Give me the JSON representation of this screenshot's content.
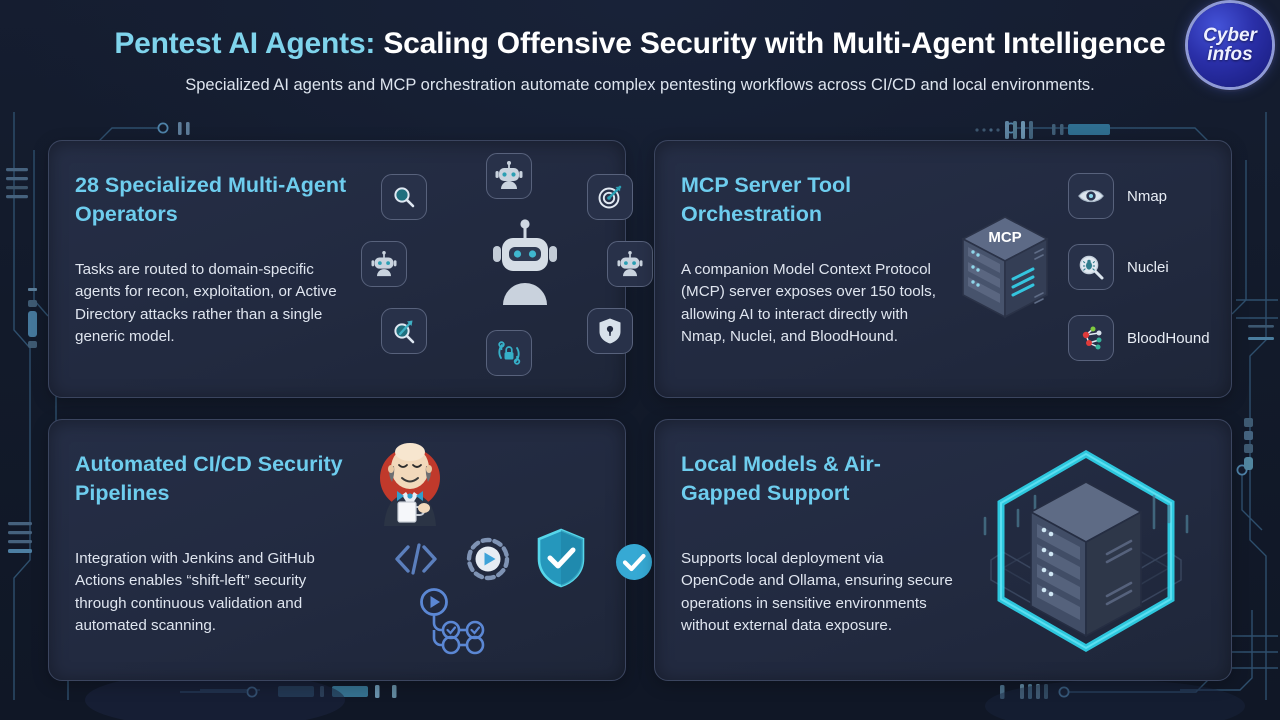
{
  "header": {
    "title_accent": "Pentest AI Agents:",
    "title_rest": " Scaling Offensive Security with Multi-Agent Intelligence",
    "subtitle": "Specialized AI agents and MCP orchestration automate complex pentesting workflows across CI/CD and local environments.",
    "logo_line1": "Cyber",
    "logo_line2": "infos"
  },
  "colors": {
    "background": "#131a2b",
    "card_bg": "#252e46",
    "card_border": "#3b455f",
    "accent_cyan": "#6ecdee",
    "title_accent": "#7fd4ec",
    "body_text": "#dfe5ef",
    "trace": "#2b5a7a"
  },
  "cards": [
    {
      "id": "specialized-agents",
      "heading": "28 Specialized Multi-Agent Operators",
      "body": "Tasks are routed to domain-specific agents for recon, exploitation, or Active Directory attacks rather than a single generic model.",
      "icons": [
        "magnifier-icon",
        "robot-head-icon",
        "target-arrow-icon",
        "robot-head-icon",
        "robot-head-icon",
        "magnifier-arrow-icon",
        "lock-network-icon",
        "shield-keyhole-icon",
        "central-robot-icon"
      ]
    },
    {
      "id": "mcp-orchestration",
      "heading": "MCP Server Tool Orchestration",
      "body": "A companion Model Context Protocol (MCP) server exposes over 150 tools, allowing AI to interact directly with Nmap, Nuclei, and BloodHound.",
      "server_label": "MCP",
      "tools": [
        {
          "name": "Nmap",
          "icon": "eye-icon"
        },
        {
          "name": "Nuclei",
          "icon": "magnifier-bug-icon"
        },
        {
          "name": "BloodHound",
          "icon": "node-graph-icon"
        }
      ]
    },
    {
      "id": "cicd-pipelines",
      "heading": "Automated CI/CD Security Pipelines",
      "body": "Integration with Jenkins and GitHub Actions enables “shift-left” security through continuous validation and automated scanning.",
      "icons": [
        "jenkins-butler-icon",
        "code-brackets-icon",
        "play-button-icon",
        "shield-check-icon",
        "circle-check-icon",
        "pipeline-flow-icon"
      ]
    },
    {
      "id": "local-models",
      "heading": "Local Models & Air-Gapped Support",
      "body": "Supports local deployment via OpenCode and Ollama, ensuring secure operations in sensitive environments without external data exposure.",
      "icons": [
        "isometric-server-rack-icon",
        "hexagon-shield-icon"
      ]
    }
  ]
}
